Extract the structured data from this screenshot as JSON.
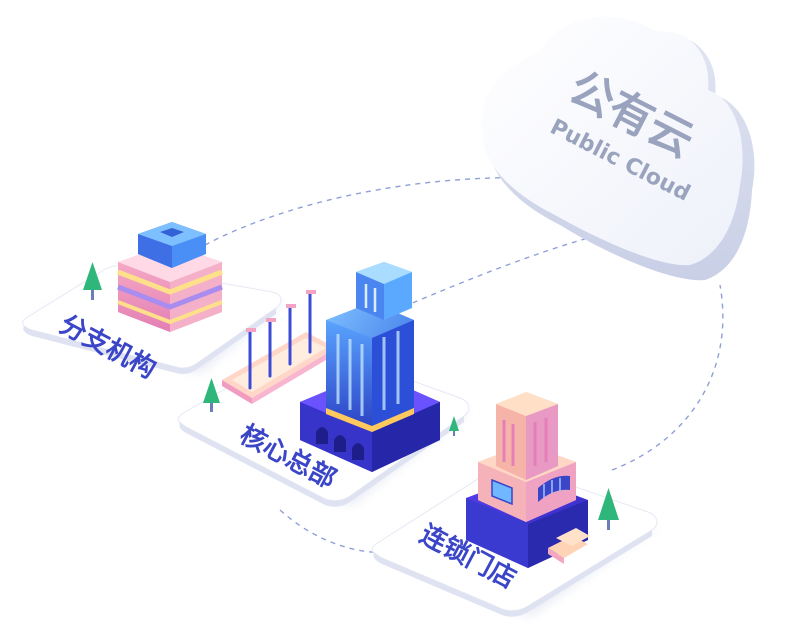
{
  "cloud": {
    "title": "公有云",
    "subtitle": "Public Cloud"
  },
  "nodes": {
    "branch": "分支机构",
    "hq": "核心总部",
    "store": "连锁门店"
  },
  "colors": {
    "connector": "#8fa0d6",
    "label": "#3a45c8",
    "cloud_text": "#9aa3bd",
    "platform": "#ffffff",
    "platform_shadow": "#e3e7f4",
    "tree": "#2fb67a"
  }
}
